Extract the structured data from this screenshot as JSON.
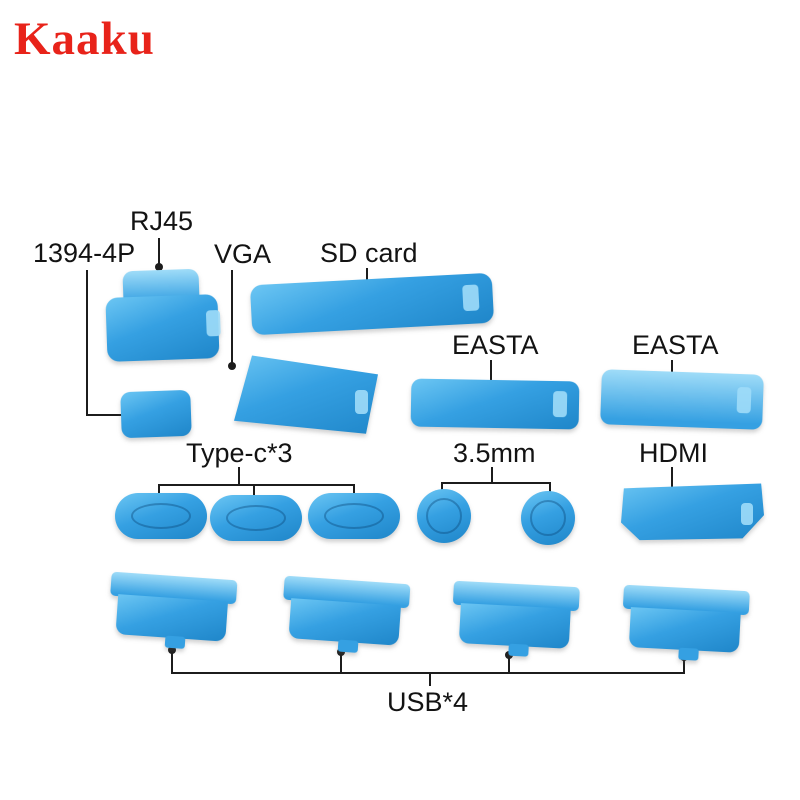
{
  "brand": {
    "name": "Kaaku"
  },
  "colors": {
    "brand": "#e8231a",
    "line": "#1c1c1c",
    "plug_lighter": "#9fdcf8",
    "plug_light": "#6cc6f3",
    "plug_mid": "#35a0e2",
    "plug_dark": "#1f86c9"
  },
  "labels": {
    "rj45": "RJ45",
    "fw1394": "1394-4P",
    "vga": "VGA",
    "sd_card": "SD card",
    "easta_left": "EASTA",
    "easta_right": "EASTA",
    "type_c": "Type-c*3",
    "jack_35mm": "3.5mm",
    "hdmi": "HDMI",
    "usb": "USB*4"
  }
}
